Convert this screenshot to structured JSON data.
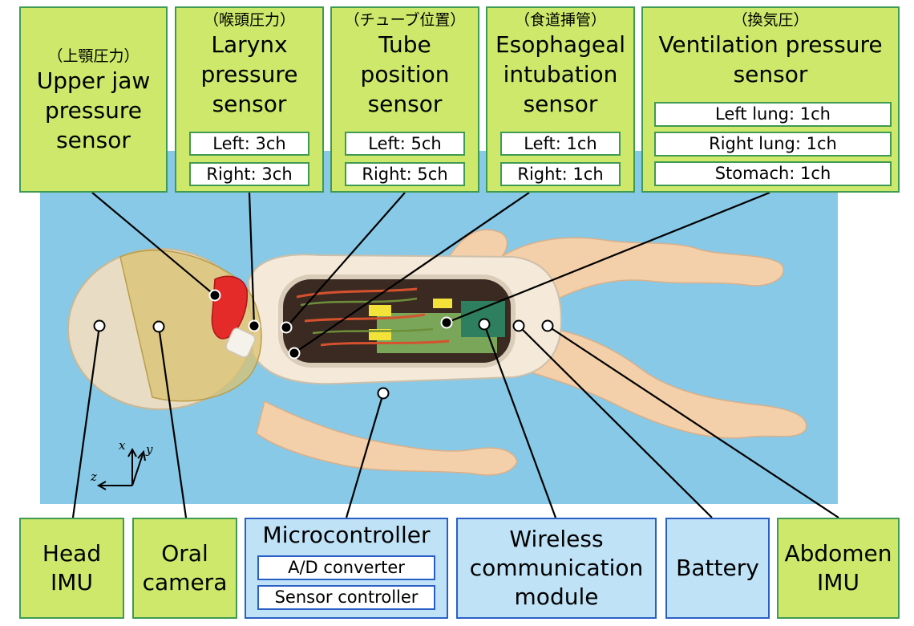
{
  "top_sensors": {
    "upper_jaw": {
      "jp": "（上顎圧力）",
      "en": [
        "Upper jaw",
        "pressure",
        "sensor"
      ]
    },
    "larynx": {
      "jp": "（喉頭圧力）",
      "en": [
        "Larynx",
        "pressure",
        "sensor"
      ],
      "channels": [
        "Left: 3ch",
        "Right: 3ch"
      ]
    },
    "tube": {
      "jp": "（チューブ位置）",
      "en": [
        "Tube",
        "position",
        "sensor"
      ],
      "channels": [
        "Left: 5ch",
        "Right: 5ch"
      ]
    },
    "esophageal": {
      "jp": "（食道挿管）",
      "en": [
        "Esophageal",
        "intubation",
        "sensor"
      ],
      "channels": [
        "Left: 1ch",
        "Right: 1ch"
      ]
    },
    "ventilation": {
      "jp": "（換気圧）",
      "en": [
        "Ventilation pressure",
        "sensor"
      ],
      "channels": [
        "Left lung: 1ch",
        "Right lung: 1ch",
        "Stomach: 1ch"
      ]
    }
  },
  "bottom_modules": {
    "head_imu": {
      "en": [
        "Head",
        "IMU"
      ]
    },
    "oral_camera": {
      "en": [
        "Oral",
        "camera"
      ]
    },
    "microcontroller": {
      "en": "Microcontroller",
      "sub": [
        "A/D converter",
        "Sensor controller"
      ]
    },
    "wireless": {
      "en": [
        "Wireless",
        "communication",
        "module"
      ]
    },
    "battery": {
      "en": "Battery"
    },
    "abdomen_imu": {
      "en": [
        "Abdomen",
        "IMU"
      ]
    }
  },
  "axes": {
    "x": "x",
    "y": "y",
    "z": "z"
  },
  "colors": {
    "sensor_fill": "#cde86a",
    "sensor_border": "#3f9a52",
    "module_fill": "#bfe2f6",
    "module_border": "#2a5fc6",
    "background": "#87c9e6"
  }
}
